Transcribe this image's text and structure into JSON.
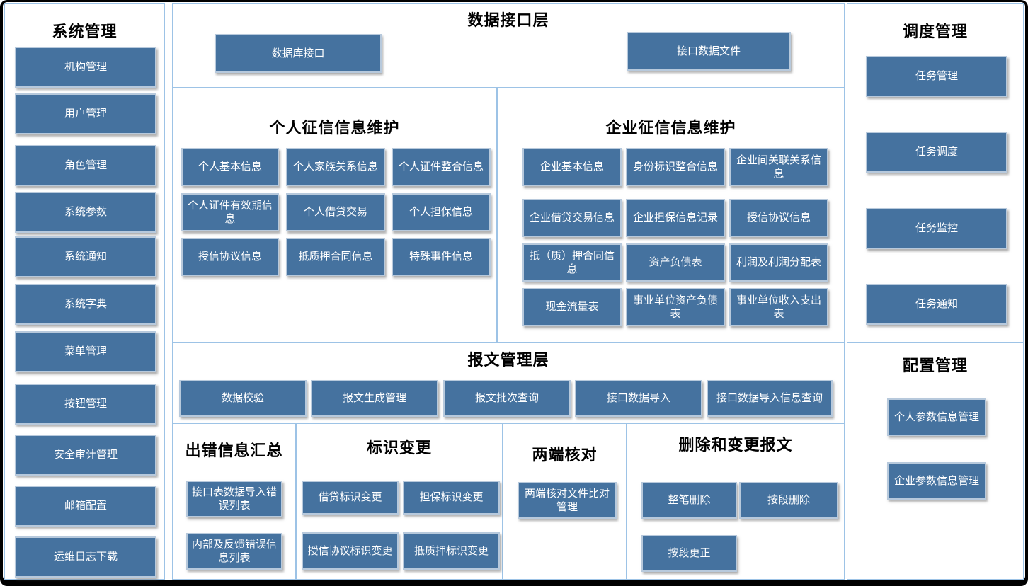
{
  "colors": {
    "button_fill": "#45729F",
    "button_border": "#B7C9DC",
    "button_text": "#FFFFFF",
    "panel_border": "#9DC3E6",
    "title_text": "#000000",
    "outer_frame": "#000000"
  },
  "sidebar_left": {
    "title": "系统管理",
    "items": [
      "机构管理",
      "用户管理",
      "角色管理",
      "系统参数",
      "系统通知",
      "系统字典",
      "菜单管理",
      "按钮管理",
      "安全审计管理",
      "邮箱配置",
      "运维日志下载"
    ]
  },
  "data_interface": {
    "title": "数据接口层",
    "items": [
      "数据库接口",
      "接口数据文件"
    ]
  },
  "personal_credit": {
    "title": "个人征信信息维护",
    "items": [
      "个人基本信息",
      "个人家族关系信息",
      "个人证件整合信息",
      "个人证件有效期信息",
      "个人借贷交易",
      "个人担保信息",
      "授信协议信息",
      "抵质押合同信息",
      "特殊事件信息"
    ]
  },
  "enterprise_credit": {
    "title": "企业征信信息维护",
    "items": [
      "企业基本信息",
      "身份标识整合信息",
      "企业间关联关系信息",
      "企业借贷交易信息",
      "企业担保信息记录",
      "授信协议信息",
      "抵（质）押合同信息",
      "资产负债表",
      "利润及利润分配表",
      "现金流量表",
      "事业单位资产负债表",
      "事业单位收入支出表"
    ]
  },
  "message_layer": {
    "title": "报文管理层",
    "items": [
      "数据校验",
      "报文生成管理",
      "报文批次查询",
      "接口数据导入",
      "接口数据导入信息查询"
    ]
  },
  "error_summary": {
    "title": "出错信息汇总",
    "items": [
      "接口表数据导入错误列表",
      "内部及反馈错误信息列表"
    ]
  },
  "id_change": {
    "title": "标识变更",
    "items": [
      "借贷标识变更",
      "担保标识变更",
      "授信协议标识变更",
      "抵质押标识变更"
    ]
  },
  "two_end_check": {
    "title": "两端核对",
    "items": [
      "两端核对文件比对管理"
    ]
  },
  "delete_change": {
    "title": "删除和变更报文",
    "items": [
      "整笔删除",
      "按段删除",
      "按段更正"
    ]
  },
  "scheduling": {
    "title": "调度管理",
    "items": [
      "任务管理",
      "任务调度",
      "任务监控",
      "任务通知"
    ]
  },
  "config": {
    "title": "配置管理",
    "items": [
      "个人参数信息管理",
      "企业参数信息管理"
    ]
  }
}
